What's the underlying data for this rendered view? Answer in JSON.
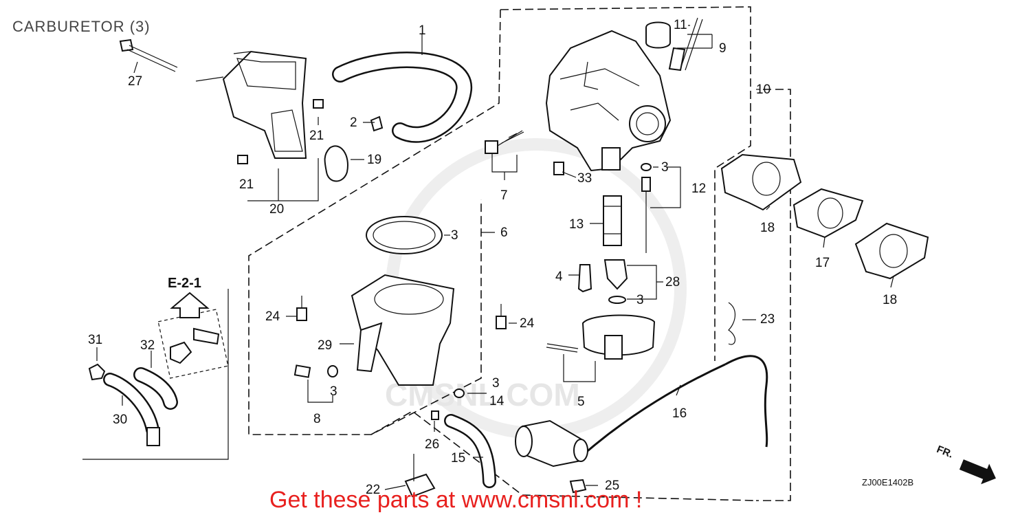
{
  "title": "CARBURETOR (3)",
  "diagram_code": "ZJ00E1402B",
  "direction_marker": "FR.",
  "reference": "E-2-1",
  "promo": {
    "text": "Get these parts at www.cmsnl.com !",
    "color": "#e8201e"
  },
  "watermark": "CMSNL.COM",
  "parts": [
    {
      "id": "p1",
      "text": "1"
    },
    {
      "id": "p2",
      "text": "2"
    },
    {
      "id": "p3a",
      "text": "3"
    },
    {
      "id": "p3b",
      "text": "3"
    },
    {
      "id": "p3c",
      "text": "3"
    },
    {
      "id": "p3d",
      "text": "3"
    },
    {
      "id": "p3e",
      "text": "3"
    },
    {
      "id": "p4",
      "text": "4"
    },
    {
      "id": "p5",
      "text": "5"
    },
    {
      "id": "p6",
      "text": "6"
    },
    {
      "id": "p7",
      "text": "7"
    },
    {
      "id": "p8",
      "text": "8"
    },
    {
      "id": "p9",
      "text": "9"
    },
    {
      "id": "p10",
      "text": "10"
    },
    {
      "id": "p11",
      "text": "11"
    },
    {
      "id": "p12",
      "text": "12"
    },
    {
      "id": "p13",
      "text": "13"
    },
    {
      "id": "p14",
      "text": "14"
    },
    {
      "id": "p15",
      "text": "15"
    },
    {
      "id": "p16",
      "text": "16"
    },
    {
      "id": "p17",
      "text": "17"
    },
    {
      "id": "p18a",
      "text": "18"
    },
    {
      "id": "p18b",
      "text": "18"
    },
    {
      "id": "p19",
      "text": "19"
    },
    {
      "id": "p20",
      "text": "20"
    },
    {
      "id": "p21a",
      "text": "21"
    },
    {
      "id": "p21b",
      "text": "21"
    },
    {
      "id": "p22",
      "text": "22"
    },
    {
      "id": "p23",
      "text": "23"
    },
    {
      "id": "p24a",
      "text": "24"
    },
    {
      "id": "p24b",
      "text": "24"
    },
    {
      "id": "p25",
      "text": "25"
    },
    {
      "id": "p26",
      "text": "26"
    },
    {
      "id": "p27",
      "text": "27"
    },
    {
      "id": "p28",
      "text": "28"
    },
    {
      "id": "p29",
      "text": "29"
    },
    {
      "id": "p30",
      "text": "30"
    },
    {
      "id": "p31",
      "text": "31"
    },
    {
      "id": "p32",
      "text": "32"
    },
    {
      "id": "p33",
      "text": "33"
    }
  ]
}
